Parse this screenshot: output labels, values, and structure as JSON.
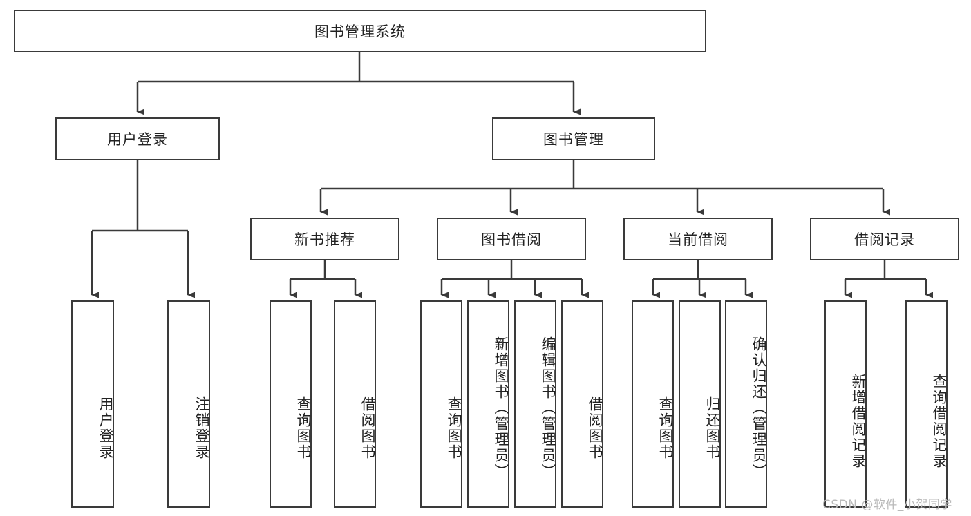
{
  "diagram": {
    "title": "图书管理系统",
    "root": {
      "label": "图书管理系统"
    },
    "level1": [
      {
        "label": "用户登录"
      },
      {
        "label": "图书管理"
      }
    ],
    "level2": [
      {
        "label": "新书推荐"
      },
      {
        "label": "图书借阅"
      },
      {
        "label": "当前借阅"
      },
      {
        "label": "借阅记录"
      }
    ],
    "leaves": {
      "user_login": [
        {
          "label": "用户登录"
        },
        {
          "label": "注销登录"
        }
      ],
      "new_book_recommend": [
        {
          "label": "查询图书"
        },
        {
          "label": "借阅图书"
        }
      ],
      "book_borrow": [
        {
          "label": "查询图书"
        },
        {
          "label": "新增图书（管理员）"
        },
        {
          "label": "编辑图书（管理员）"
        },
        {
          "label": "借阅图书"
        }
      ],
      "current_borrow": [
        {
          "label": "查询图书"
        },
        {
          "label": "归还图书"
        },
        {
          "label": "确认归还（管理员）"
        }
      ],
      "borrow_record": [
        {
          "label": "新增借阅记录"
        },
        {
          "label": "查询借阅记录"
        }
      ]
    }
  },
  "watermark": {
    "text": "CSDN @软件_小贺同学"
  },
  "colors": {
    "stroke": "#3a3a3a",
    "fill": "#ffffff",
    "text": "#222222",
    "watermark": "#b9b9b9"
  }
}
